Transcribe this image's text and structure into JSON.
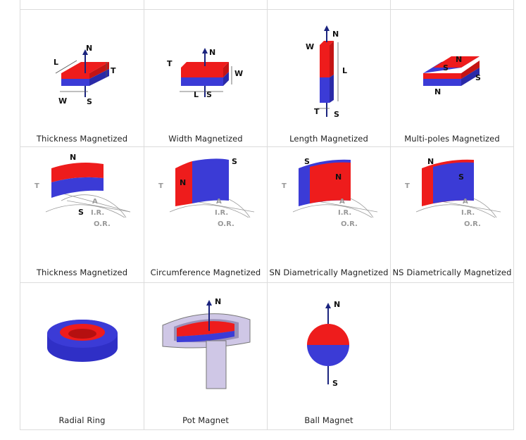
{
  "row1": [
    {
      "caption": "Thickness Magnetized",
      "icon": "block-thickness-icon",
      "labels": {
        "n": "N",
        "s": "S",
        "l": "L",
        "t": "T",
        "w": "W"
      }
    },
    {
      "caption": "Width Magnetized",
      "icon": "block-width-icon",
      "labels": {
        "n": "N",
        "s": "S",
        "l": "L",
        "t": "T",
        "w": "W"
      }
    },
    {
      "caption": "Length Magnetized",
      "icon": "block-length-icon",
      "labels": {
        "n": "N",
        "s": "S",
        "l": "L",
        "t": "T",
        "w": "W"
      }
    },
    {
      "caption": "Multi-poles Magnetized",
      "icon": "block-multipole-icon",
      "labels": {
        "n1": "N",
        "s1": "S",
        "s2": "S",
        "n2": "N"
      }
    }
  ],
  "row2": [
    {
      "caption": "Thickness Magnetized",
      "icon": "arc-thickness-icon",
      "labels": {
        "n": "N",
        "s": "S",
        "t": "T",
        "a": "A",
        "ir": "I.R.",
        "or": "O.R."
      }
    },
    {
      "caption": "Circumference Magnetized",
      "icon": "arc-circumference-icon",
      "labels": {
        "n": "N",
        "s": "S",
        "t": "T",
        "a": "A",
        "ir": "I.R.",
        "or": "O.R."
      }
    },
    {
      "caption": "SN Diametrically Magnetized",
      "icon": "arc-sn-diametric-icon",
      "labels": {
        "n": "N",
        "s": "S",
        "t": "T",
        "a": "A",
        "ir": "I.R.",
        "or": "O.R."
      }
    },
    {
      "caption": "NS Diametrically Magnetized",
      "icon": "arc-ns-diametric-icon",
      "labels": {
        "n": "N",
        "s": "S",
        "t": "T",
        "a": "A",
        "ir": "I.R.",
        "or": "O.R."
      }
    }
  ],
  "row3": [
    {
      "caption": "Radial Ring",
      "icon": "radial-ring-icon"
    },
    {
      "caption": "Pot Magnet",
      "icon": "pot-magnet-icon",
      "labels": {
        "n": "N"
      }
    },
    {
      "caption": "Ball Magnet",
      "icon": "ball-magnet-icon",
      "labels": {
        "n": "N",
        "s": "S"
      }
    }
  ],
  "colors": {
    "north": "#ee1c1c",
    "south": "#3b3bd6",
    "arrow": "#1a237e",
    "guide": "#9a9a9a"
  }
}
